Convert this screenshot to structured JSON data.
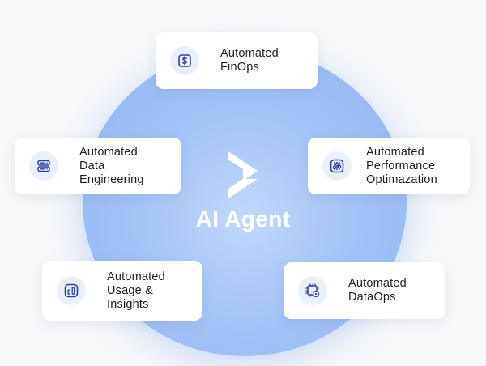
{
  "center": {
    "title": "AI Agent",
    "icon": "ai-agent-logo-icon"
  },
  "colors": {
    "circle": "#9ebef5",
    "accent": "#2f3fa8",
    "card_icon_bg": "#e9effb",
    "text": "#1c1f2a"
  },
  "cards": {
    "finops": {
      "label": "Automated\nFinOps",
      "icon": "dollar-icon"
    },
    "performance": {
      "label": "Automated\nPerformance\nOptimazation",
      "icon": "sliders-icon"
    },
    "data_engineering": {
      "label": "Automated\nData\nEngineering",
      "icon": "database-icon"
    },
    "usage": {
      "label": "Automated\nUsage &\nInsights",
      "icon": "bar-chart-icon"
    },
    "dataops": {
      "label": "Automated\nDataOps",
      "icon": "cpu-gear-icon"
    }
  }
}
